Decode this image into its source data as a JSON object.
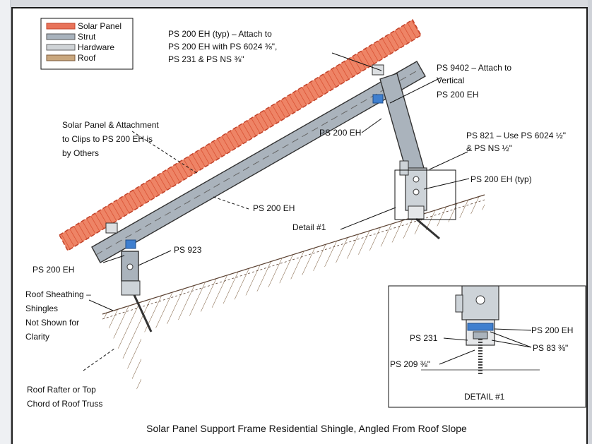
{
  "legend": {
    "items": [
      {
        "label": "Solar Panel",
        "color": "#e8735a"
      },
      {
        "label": "Strut",
        "color": "#a9b3bd"
      },
      {
        "label": "Hardware",
        "color": "#cfd3d6"
      },
      {
        "label": "Roof",
        "color": "#c9a77e"
      }
    ]
  },
  "callouts": {
    "eh_typ_1": "PS 200 EH (typ) – Attach to",
    "eh_typ_2": "PS 200 EH with PS 6024 ⅜\",",
    "eh_typ_3": "PS 231 & PS NS ⅜\"",
    "p9402_1": "PS 9402 – Attach to",
    "p9402_2": "Vertical",
    "p9402_3": "PS 200 EH",
    "p821_1": "PS 821 – Use PS 6024 ½\"",
    "p821_2": "& PS NS ½\"",
    "eh_right_typ": "PS 200 EH (typ)",
    "eh_upper": "PS 200 EH",
    "eh_strut": "PS 200 EH",
    "detail1": "Detail #1",
    "ps923": "PS 923",
    "eh_left": "PS 200 EH",
    "panel_note_1": "Solar Panel & Attachment",
    "panel_note_2": "to Clips to PS 200 EH is",
    "panel_note_3": "by Others",
    "sheathing_1": "Roof Sheathing –",
    "sheathing_2": "Shingles",
    "sheathing_3": "Not Shown for",
    "sheathing_4": "Clarity",
    "rafter_1": "Roof Rafter or Top",
    "rafter_2": "Chord of Roof Truss"
  },
  "detail": {
    "eh": "PS 200 EH",
    "ps231": "PS 231",
    "ps83": "PS 83 ⅜\"",
    "ps209": "PS 209 ⅜\"",
    "title": "DETAIL #1"
  },
  "caption": "Solar Panel Support Frame Residential Shingle, Angled From Roof Slope"
}
